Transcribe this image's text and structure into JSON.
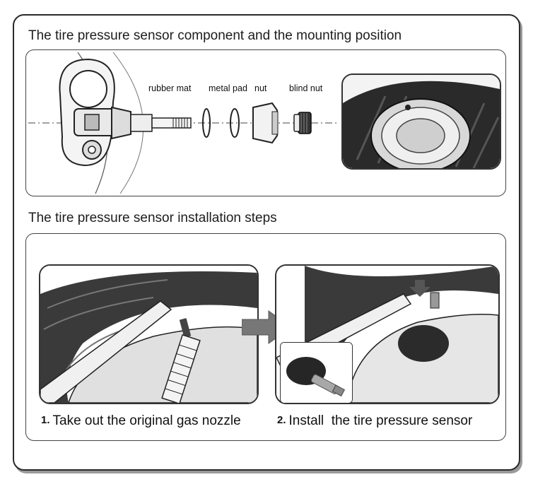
{
  "heading_component": "The tire pressure sensor component and the mounting position",
  "heading_steps": "The tire pressure sensor installation steps",
  "parts": {
    "rubber_mat": "rubber mat",
    "metal_pad": "metal pad",
    "nut": "nut",
    "blind_nut": "blind nut"
  },
  "steps": [
    {
      "number": "1.",
      "text": "Take out the original gas nozzle"
    },
    {
      "number": "2.",
      "text": "Install  the tire pressure sensor"
    }
  ]
}
